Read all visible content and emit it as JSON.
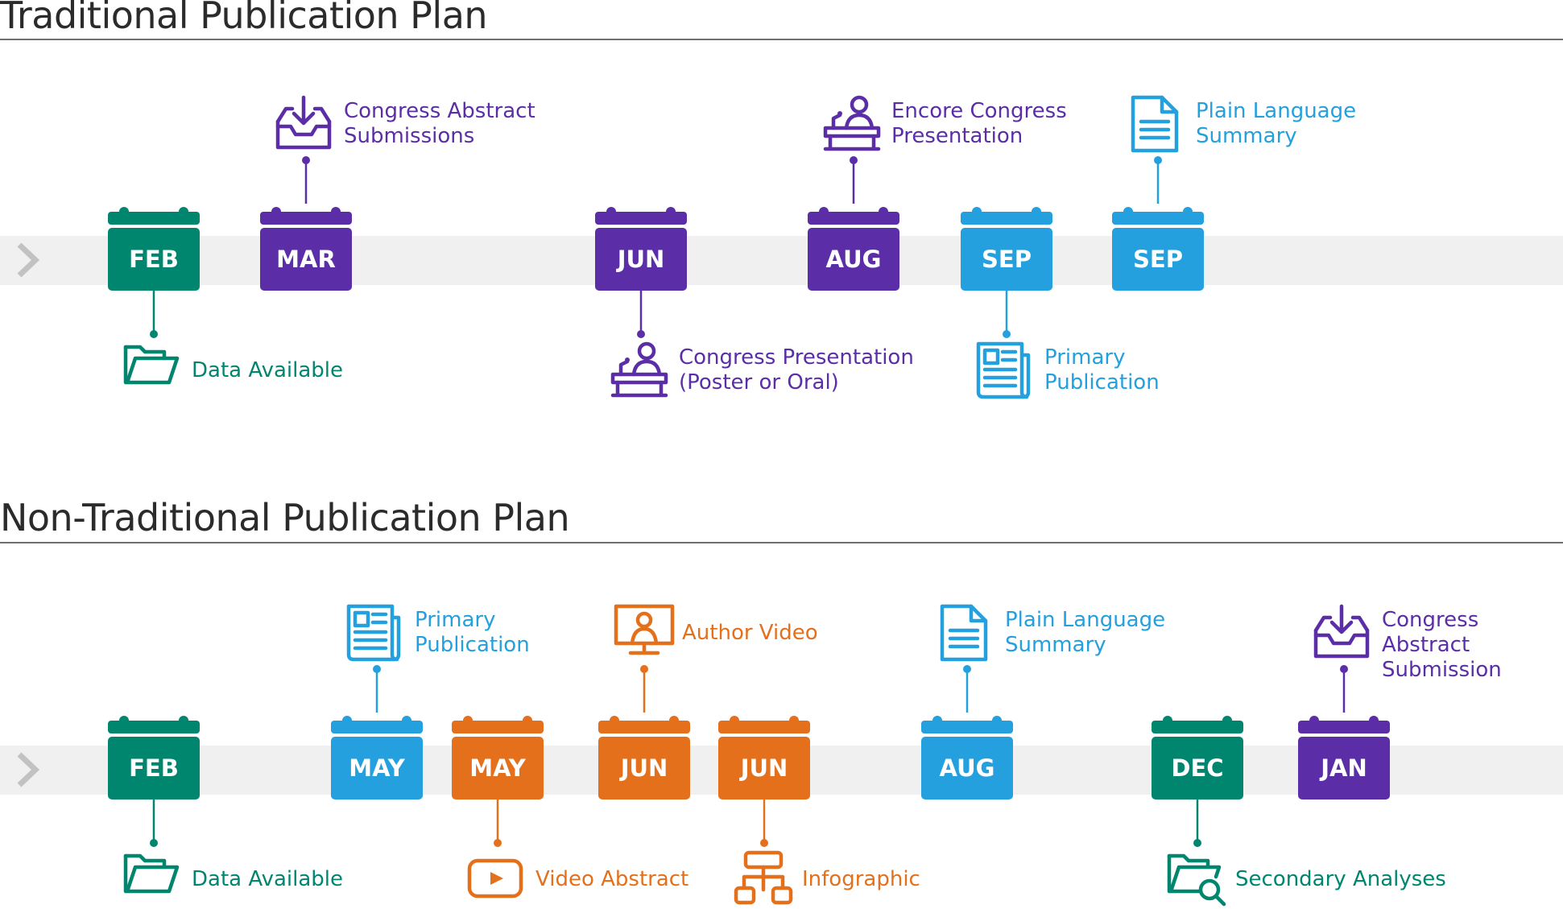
{
  "colors": {
    "green": "#00866f",
    "purple": "#5b2ea8",
    "blue": "#23a0dd",
    "orange": "#e5701b"
  },
  "traditional": {
    "title": "Traditional Publication Plan",
    "months": [
      {
        "label": "FEB",
        "color": "green"
      },
      {
        "label": "MAR",
        "color": "purple"
      },
      {
        "label": "JUN",
        "color": "purple"
      },
      {
        "label": "AUG",
        "color": "purple"
      },
      {
        "label": "SEP",
        "color": "blue"
      },
      {
        "label": "SEP",
        "color": "blue"
      }
    ],
    "milestones": [
      {
        "month_index": 0,
        "position": "below",
        "icon": "folder-icon",
        "color": "green",
        "label": "Data Available"
      },
      {
        "month_index": 1,
        "position": "above",
        "icon": "inbox-download-icon",
        "color": "purple",
        "label": "Congress Abstract\nSubmissions"
      },
      {
        "month_index": 2,
        "position": "below",
        "icon": "presenter-podium-icon",
        "color": "purple",
        "label": "Congress Presentation\n(Poster or Oral)"
      },
      {
        "month_index": 3,
        "position": "above",
        "icon": "presenter-podium-icon",
        "color": "purple",
        "label": "Encore Congress\nPresentation"
      },
      {
        "month_index": 4,
        "position": "below",
        "icon": "newspaper-icon",
        "color": "blue",
        "label": "Primary\nPublication"
      },
      {
        "month_index": 5,
        "position": "above",
        "icon": "document-icon",
        "color": "blue",
        "label": "Plain Language\nSummary"
      }
    ]
  },
  "non_traditional": {
    "title": "Non-Traditional Publication Plan",
    "months": [
      {
        "label": "FEB",
        "color": "green"
      },
      {
        "label": "MAY",
        "color": "blue"
      },
      {
        "label": "MAY",
        "color": "orange"
      },
      {
        "label": "JUN",
        "color": "orange"
      },
      {
        "label": "JUN",
        "color": "orange"
      },
      {
        "label": "AUG",
        "color": "blue"
      },
      {
        "label": "DEC",
        "color": "green"
      },
      {
        "label": "JAN",
        "color": "purple"
      }
    ],
    "milestones": [
      {
        "month_index": 0,
        "position": "below",
        "icon": "folder-icon",
        "color": "green",
        "label": "Data Available"
      },
      {
        "month_index": 1,
        "position": "above",
        "icon": "newspaper-icon",
        "color": "blue",
        "label": "Primary\nPublication"
      },
      {
        "month_index": 2,
        "position": "below",
        "icon": "play-button-icon",
        "color": "orange",
        "label": "Video Abstract"
      },
      {
        "month_index": 3,
        "position": "above",
        "icon": "author-monitor-icon",
        "color": "orange",
        "label": "Author Video"
      },
      {
        "month_index": 4,
        "position": "below",
        "icon": "flowchart-icon",
        "color": "orange",
        "label": "Infographic"
      },
      {
        "month_index": 5,
        "position": "above",
        "icon": "document-icon",
        "color": "blue",
        "label": "Plain Language\nSummary"
      },
      {
        "month_index": 6,
        "position": "below",
        "icon": "folder-search-icon",
        "color": "green",
        "label": "Secondary Analyses"
      },
      {
        "month_index": 7,
        "position": "above",
        "icon": "inbox-download-icon",
        "color": "purple",
        "label": "Congress Abstract\nSubmission"
      }
    ]
  }
}
